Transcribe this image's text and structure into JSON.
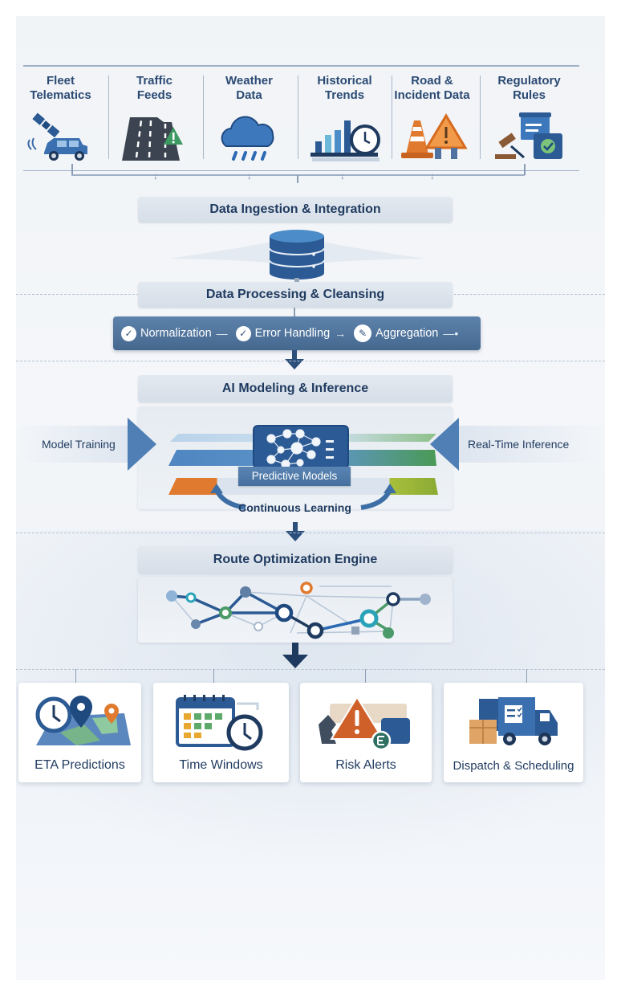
{
  "sources": [
    {
      "line1": "Fleet",
      "line2": "Telematics",
      "icon": "satellite-car-icon"
    },
    {
      "line1": "Traffic",
      "line2": "Feeds",
      "icon": "road-warning-icon"
    },
    {
      "line1": "Weather",
      "line2": "Data",
      "icon": "rain-cloud-icon"
    },
    {
      "line1": "Historical",
      "line2": "Trends",
      "icon": "bar-chart-clock-icon"
    },
    {
      "line1": "Road &",
      "line2": "Incident Data",
      "icon": "traffic-cone-warning-icon"
    },
    {
      "line1": "Regulatory",
      "line2": "Rules",
      "icon": "gavel-document-icon"
    }
  ],
  "stages": {
    "ingestion": "Data Ingestion & Integration",
    "processing": "Data Processing & Cleansing",
    "modeling": "AI Modeling & Inference",
    "routing": "Route Optimization Engine"
  },
  "processing_steps": [
    {
      "label": "Normalization",
      "icon": "check-icon"
    },
    {
      "label": "Error Handling",
      "icon": "check-icon"
    },
    {
      "label": "Aggregation",
      "icon": "wrench-icon"
    }
  ],
  "modeling": {
    "left_input": "Model Training",
    "right_input": "Real-Time Inference",
    "core_label": "Predictive Models",
    "loop_label": "Continuous Learning"
  },
  "outputs": [
    {
      "label": "ETA Predictions",
      "icon": "clock-map-pin-icon"
    },
    {
      "label": "Time Windows",
      "icon": "calendar-clock-icon"
    },
    {
      "label": "Risk Alerts",
      "icon": "warning-alert-icon"
    },
    {
      "label": "Dispatch & Scheduling",
      "icon": "delivery-truck-icon"
    }
  ],
  "colors": {
    "primary": "#2c5a94",
    "dark": "#1f3a5f",
    "orange": "#e07a2e",
    "green": "#4a9a6a",
    "teal": "#2aa3b8"
  }
}
